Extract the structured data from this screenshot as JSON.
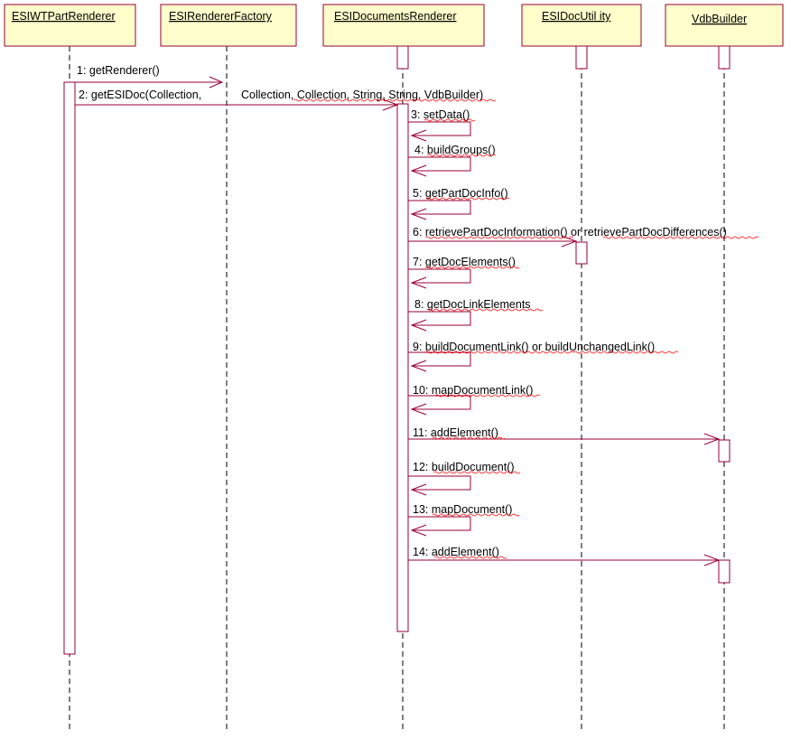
{
  "objects": [
    {
      "id": "ESIWTPartRenderer",
      "label": "ESIWTPartRenderer"
    },
    {
      "id": "ESIRendererFactory",
      "label": "ESIRendererFactory"
    },
    {
      "id": "ESIDocumentsRenderer",
      "label": "ESIDocumentsRenderer"
    },
    {
      "id": "ESIDocUtility",
      "label": "ESIDocUtil ity"
    },
    {
      "id": "VdbBuilder",
      "label": "VdbBuilder"
    }
  ],
  "messages": [
    {
      "num": "1",
      "label": "1: getRenderer()"
    },
    {
      "num": "2",
      "label": "2: getESIDoc(Collection,",
      "label_cont": "Collection, Collection, String, String, VdbBuilder)"
    },
    {
      "num": "3",
      "label": "3: setData()"
    },
    {
      "num": "4",
      "label": "4: buildGroups()"
    },
    {
      "num": "5",
      "label": "5: getPartDocInfo()"
    },
    {
      "num": "6",
      "label": "6: retrievePartDocInformation() or retrievePartDocDifferences()"
    },
    {
      "num": "7",
      "label": "7: getDocElements()"
    },
    {
      "num": "8",
      "label": "8: getDocLinkElements"
    },
    {
      "num": "9",
      "label": "9: buildDocumentLink() or buildUnchangedLink()"
    },
    {
      "num": "10",
      "label": "10: mapDocumentLink()"
    },
    {
      "num": "11",
      "label": "11: addElement()"
    },
    {
      "num": "12",
      "label": "12: buildDocument()"
    },
    {
      "num": "13",
      "label": "13: mapDocument()"
    },
    {
      "num": "14",
      "label": "14: addElement()"
    }
  ]
}
